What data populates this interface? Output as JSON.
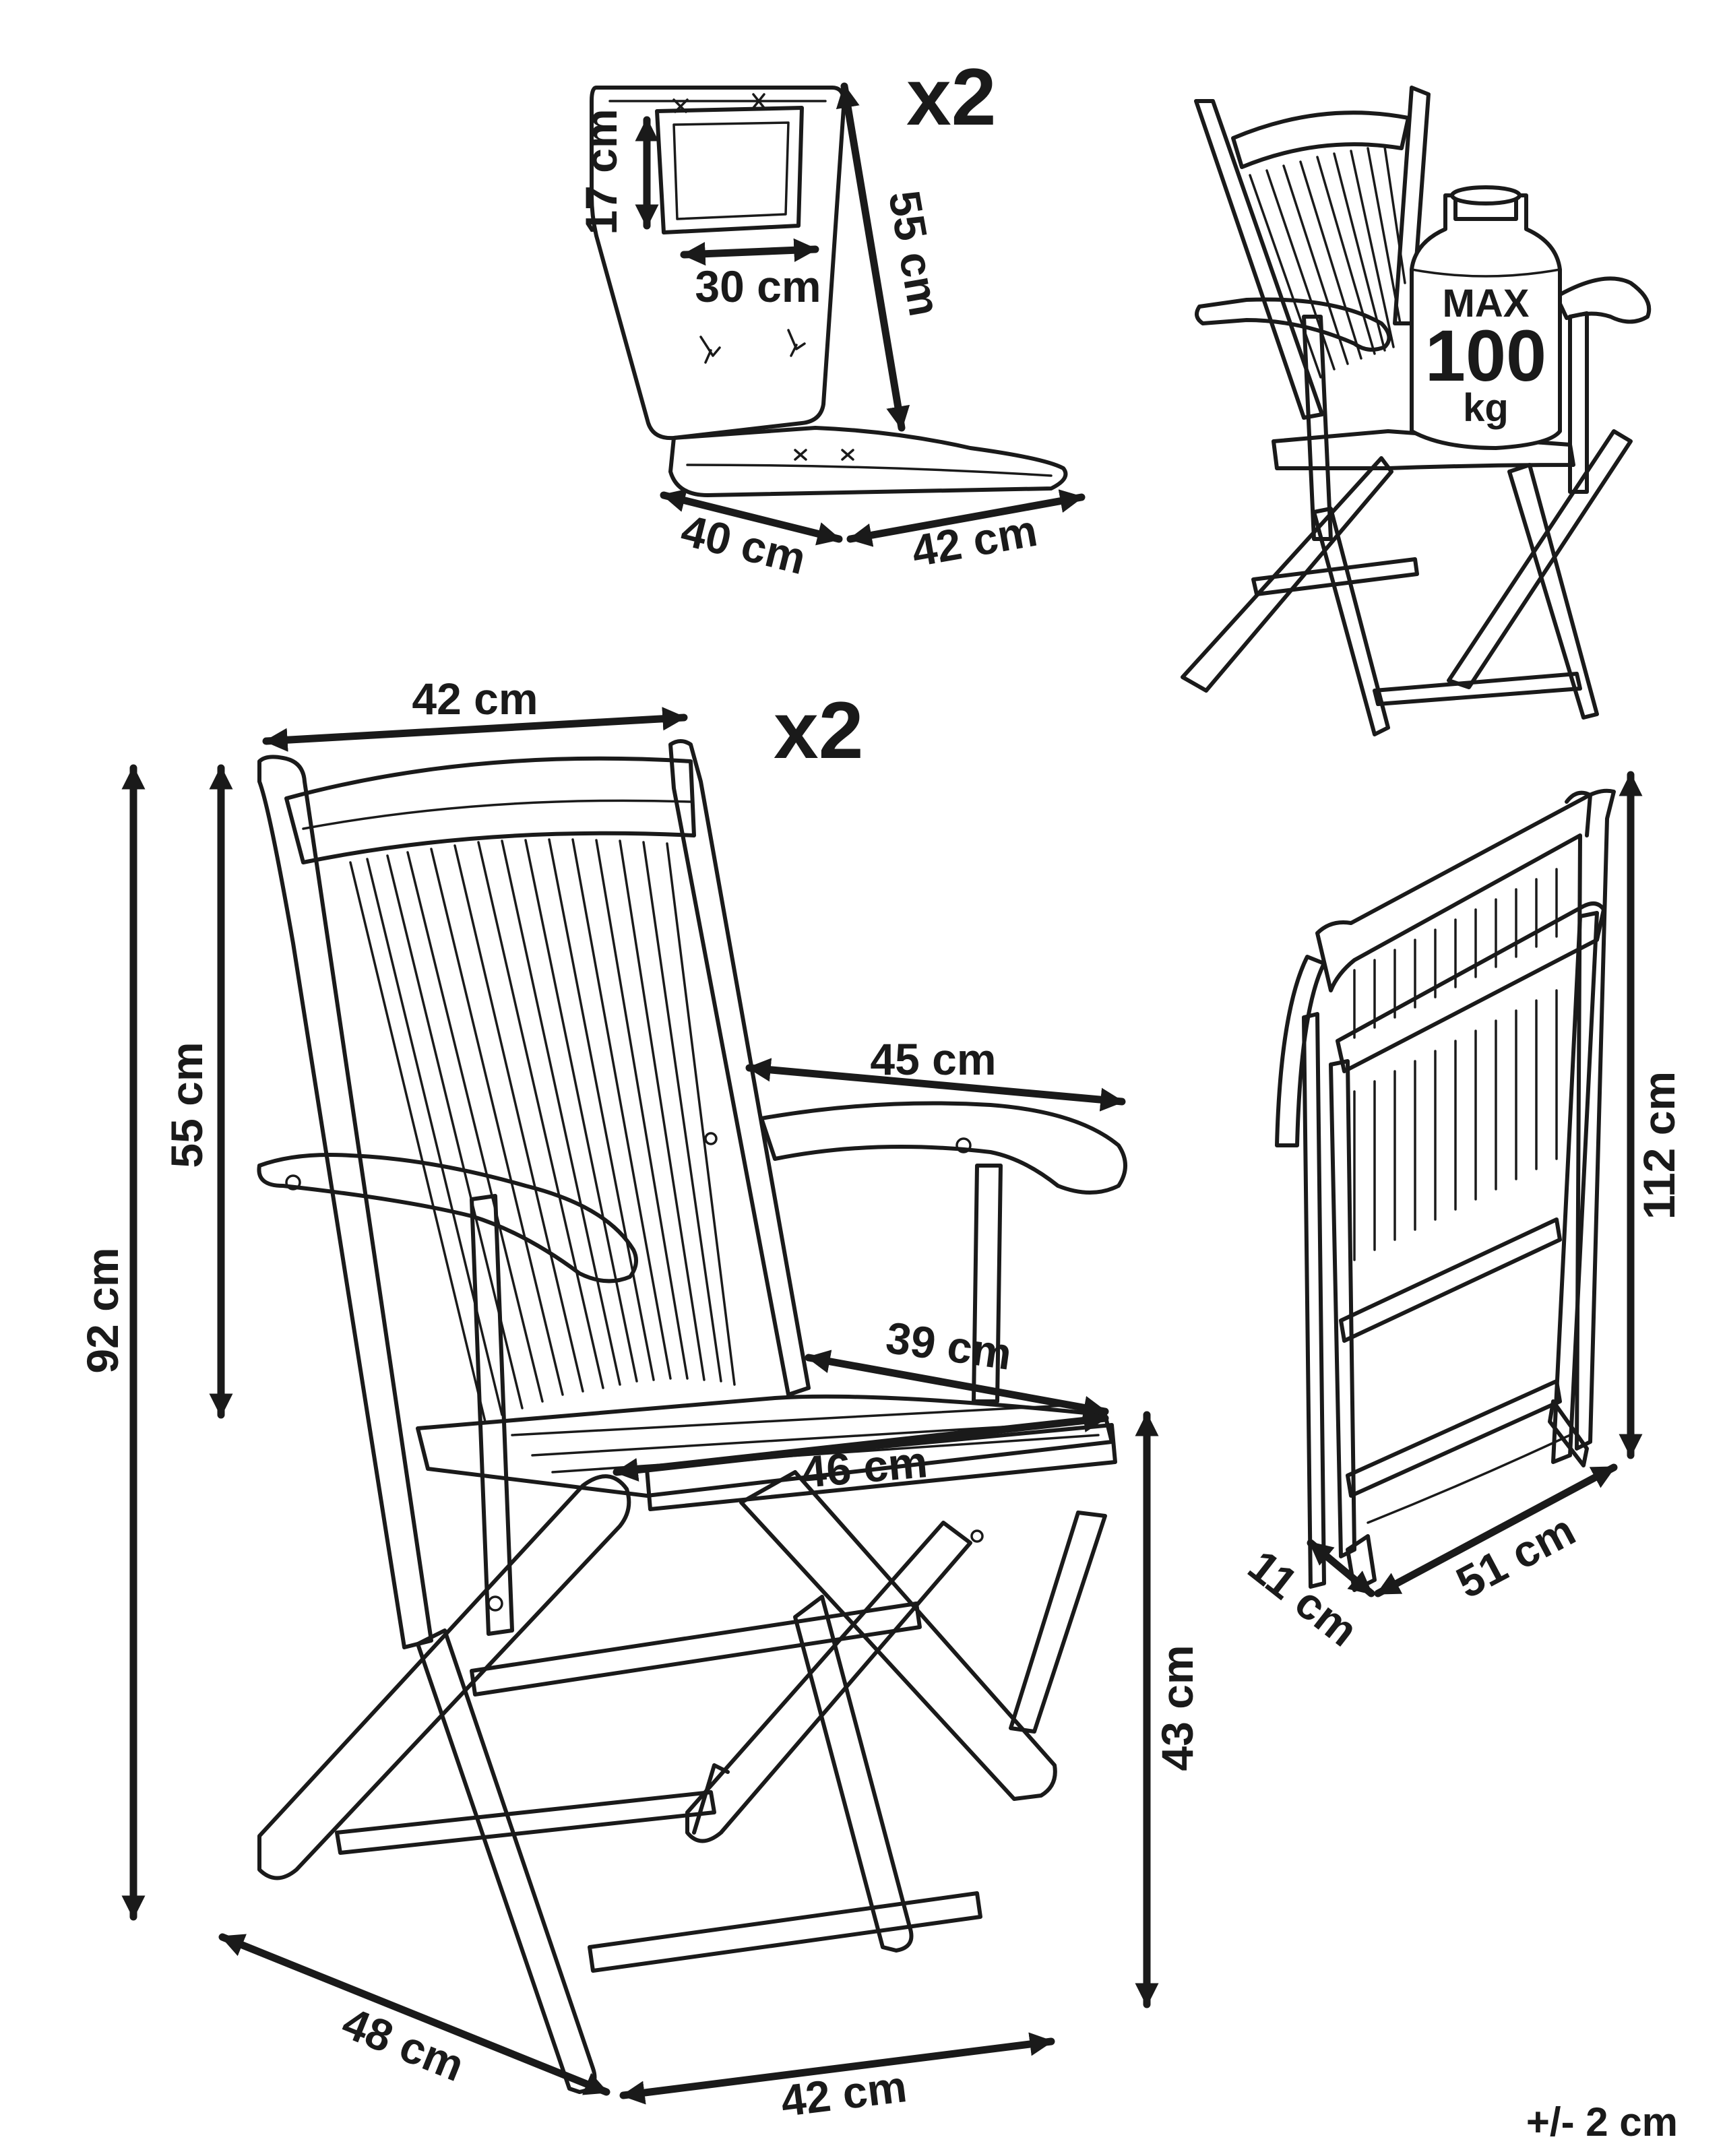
{
  "cushion": {
    "quantity": "x2",
    "pillow_height": "17 cm",
    "pillow_width": "30 cm",
    "back_height": "55 cm",
    "seat_depth": "40 cm",
    "seat_width": "42 cm"
  },
  "load_badge": {
    "line1": "MAX",
    "line2": "100",
    "line3": "kg"
  },
  "chair": {
    "quantity": "x2",
    "top_width": "42 cm",
    "back_height": "55 cm",
    "total_height": "92 cm",
    "armrest_length": "45 cm",
    "seat_depth": "39 cm",
    "seat_width": "46 cm",
    "seat_height": "43 cm",
    "base_depth": "48 cm",
    "base_width": "42 cm"
  },
  "folded": {
    "height": "112 cm",
    "depth": "11 cm",
    "width": "51 cm"
  },
  "tolerance": "+/- 2 cm",
  "colors": {
    "line": "#1a1a1a",
    "background": "#ffffff"
  },
  "icons": [
    "cushion-illustration",
    "chair-with-weight-illustration",
    "chair-main-illustration",
    "folded-chair-illustration",
    "dimension-arrow-icon"
  ]
}
